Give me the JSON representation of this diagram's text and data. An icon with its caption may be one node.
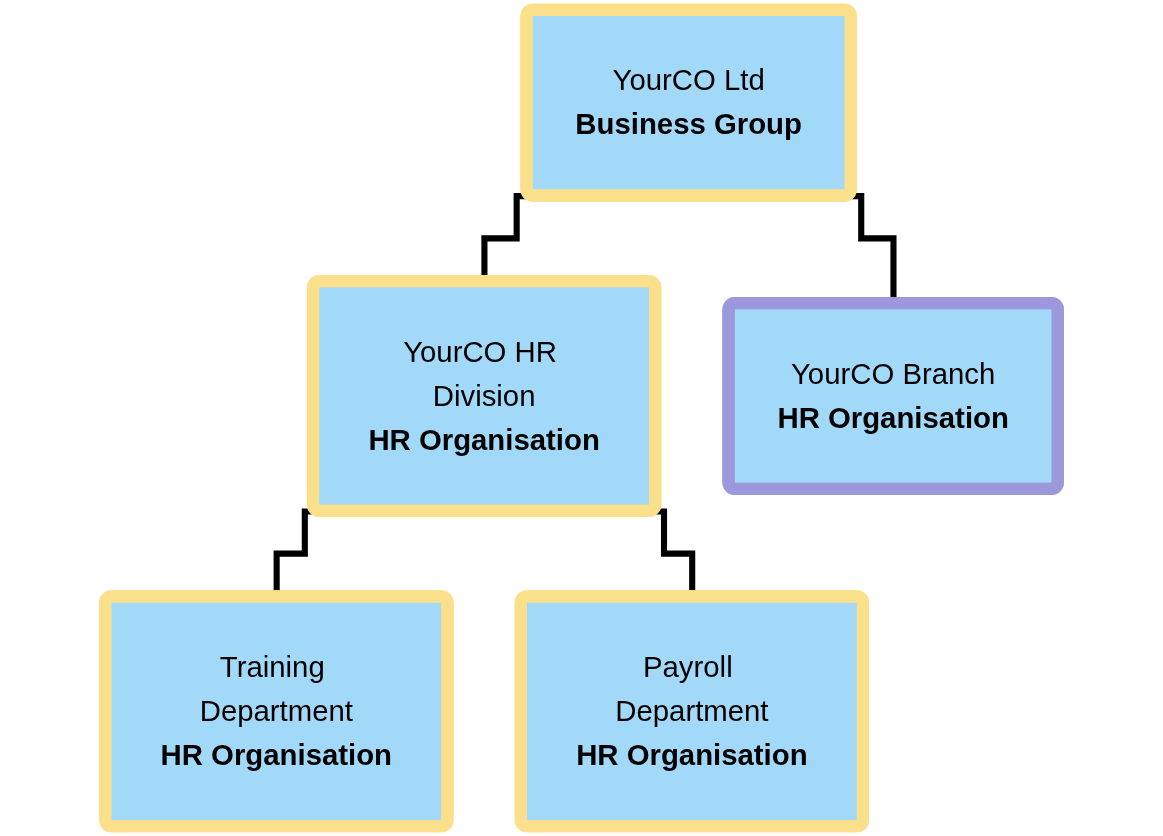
{
  "diagram": {
    "nodes": [
      {
        "text": [
          "YourCO Ltd",
          "Business Group"
        ]
      },
      {
        "text": [
          "YourCO HR Division",
          "HR Organisation"
        ]
      },
      {
        "text": [
          "YourCO Branch",
          "HR Organisation"
        ]
      },
      {
        "text": [
          "Training Department",
          "HR Organisation"
        ]
      },
      {
        "text": [
          "Payroll Department",
          "HR Organisation"
        ]
      }
    ],
    "edges": [
      {
        "from": 0,
        "to": 1,
        "arrow": "none"
      },
      {
        "from": 0,
        "to": 2,
        "arrow": "none"
      },
      {
        "from": 1,
        "to": 3,
        "arrow": "none"
      },
      {
        "from": 1,
        "to": 4,
        "arrow": "none"
      }
    ]
  }
}
